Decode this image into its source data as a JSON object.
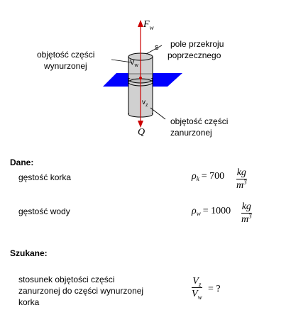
{
  "diagram": {
    "force_top": {
      "letter": "F",
      "sub": "w"
    },
    "force_bottom": "Q",
    "s_label": "s",
    "vw_label": {
      "letter": "V",
      "sub": "w"
    },
    "vz_label": {
      "letter": "v",
      "sub": "z"
    },
    "label_submerged_top": "objętość części",
    "label_submerged_bottom": "wynurzonej",
    "label_area_top": "pole przekroju",
    "label_area_bottom": "poprzecznego",
    "label_immersed_top": "objętość części",
    "label_immersed_bottom": "zanurzonej",
    "colors": {
      "water_plane": "#0000ff",
      "arrow": "#cc0000",
      "cylinder_fill": "#d0d0d0"
    }
  },
  "given": {
    "heading": "Dane:",
    "cork_label": "gęstość korka",
    "cork_symbol": {
      "letter": "ρ",
      "sub": "k",
      "value": "= 700",
      "unit_num": "kg",
      "unit_den": "m",
      "unit_den_exp": "3"
    },
    "water_label": "gęstość wody",
    "water_symbol": {
      "letter": "ρ",
      "sub": "w",
      "value": "= 1000",
      "unit_num": "kg",
      "unit_den": "m",
      "unit_den_exp": "3"
    }
  },
  "sought": {
    "heading": "Szukane:",
    "line1": "stosunek objętości części",
    "line2": "zanurzonej do części wynurzonej",
    "line3": "korka",
    "ratio_num": {
      "letter": "V",
      "sub": "z"
    },
    "ratio_den": {
      "letter": "V",
      "sub": "w"
    },
    "ratio_eq": "= ?"
  }
}
